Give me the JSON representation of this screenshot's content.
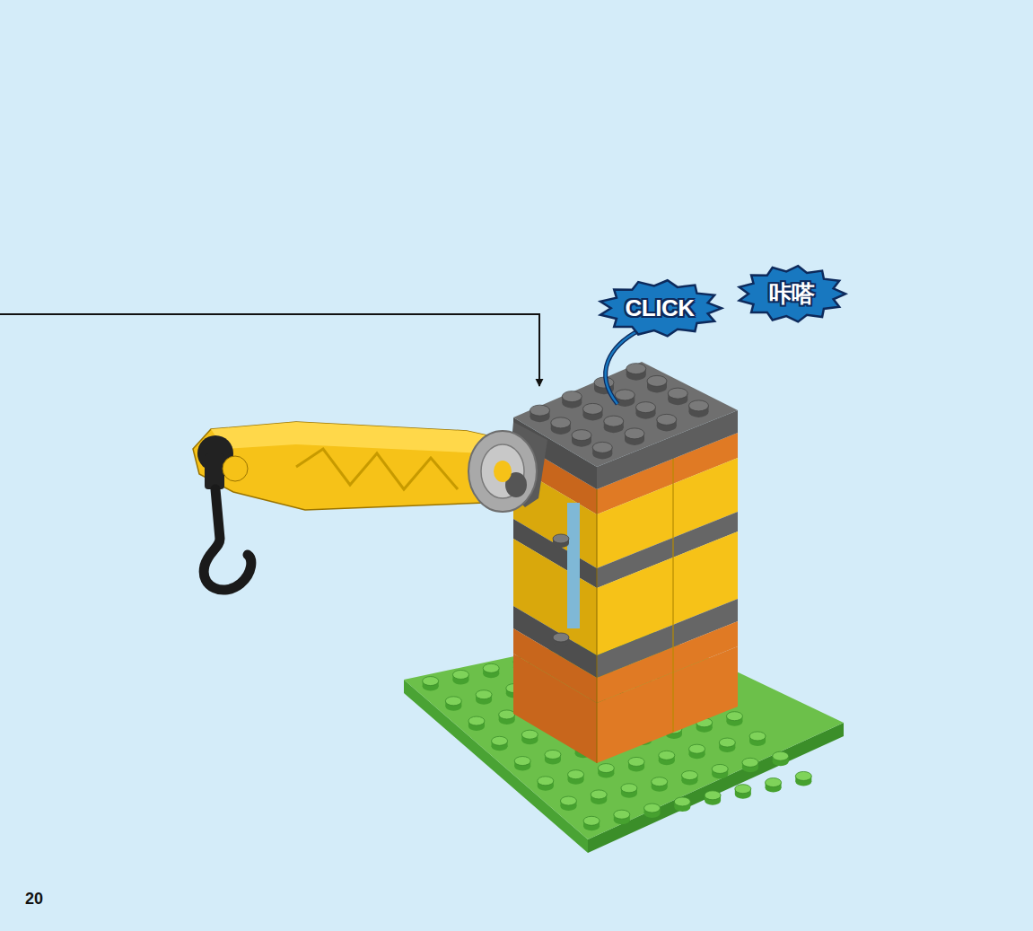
{
  "diagram": {
    "nodes": [
      {
        "text": [
          "CLICK"
        ]
      },
      {
        "text": [
          "咔嗒"
        ]
      }
    ],
    "edges": [],
    "labels": [
      "20"
    ]
  }
}
